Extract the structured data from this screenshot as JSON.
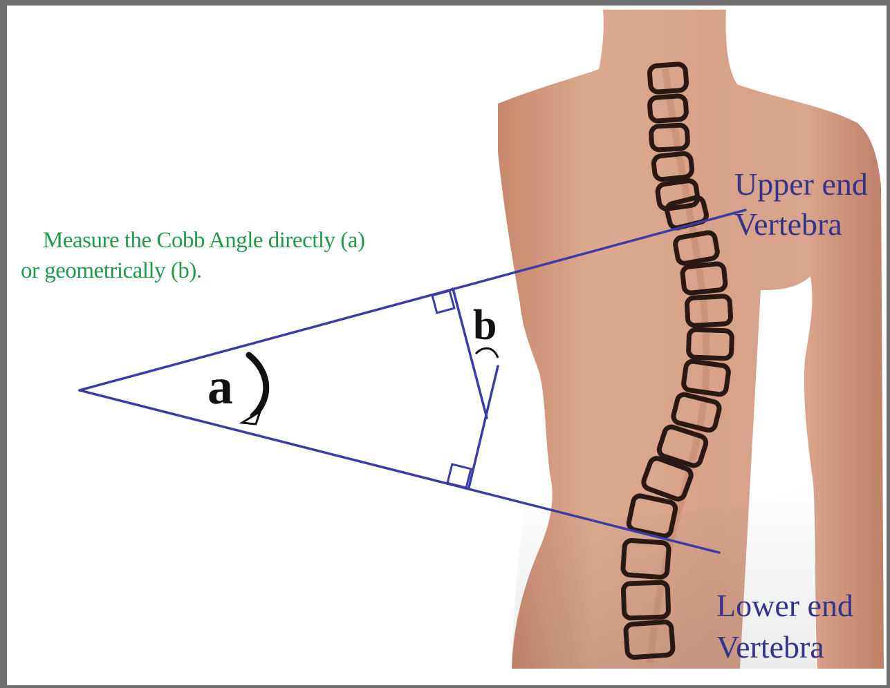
{
  "diagram": {
    "instruction_line1": "Measure the Cobb Angle directly (a)",
    "instruction_line2": "or geometrically (b).",
    "upper_label_line1": "Upper end",
    "upper_label_line2": "Vertebra",
    "lower_label_line1": "Lower end",
    "lower_label_line2": "Vertebra",
    "angle_a_label": "a",
    "angle_b_label": "b"
  },
  "colors": {
    "instruction_text": "#1f9a4a",
    "vertebra_labels": "#33338a",
    "construction_lines": "#3c3ca8",
    "skin": "#d39a82",
    "vertebra_outline": "#2a1812"
  }
}
